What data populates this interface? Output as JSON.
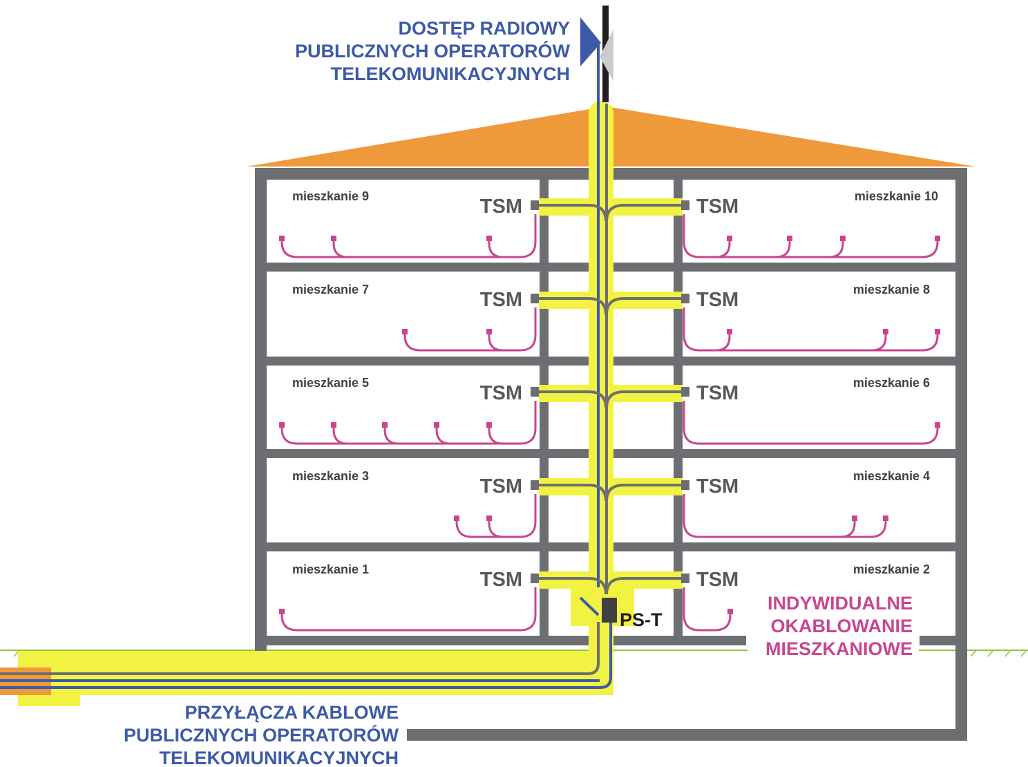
{
  "radio_access_label": [
    "DOSTĘP RADIOWY",
    "PUBLICZNYCH OPERATORÓW",
    "TELEKOMUNIKACYJNYCH"
  ],
  "cable_connections_label": [
    "PRZYŁĄCZA KABLOWE",
    "PUBLICZNYCH OPERATORÓW",
    "TELEKOMUNIKACYJNYCH"
  ],
  "individual_cabling_label": [
    "INDYWIDUALNE",
    "OKABLOWANIE",
    "MIESZKANIOWE"
  ],
  "tsm_label": "TSM",
  "pst_label": "PS-T",
  "apartments": [
    {
      "left": "mieszkanie 9",
      "right": "mieszkanie 10"
    },
    {
      "left": "mieszkanie 7",
      "right": "mieszkanie 8"
    },
    {
      "left": "mieszkanie 5",
      "right": "mieszkanie 6"
    },
    {
      "left": "mieszkanie 3",
      "right": "mieszkanie 4"
    },
    {
      "left": "mieszkanie 1",
      "right": "mieszkanie 2"
    }
  ],
  "colors": {
    "roof": "#EE9A3A",
    "wall": "#6D6E71",
    "riser": "#F2F243",
    "operator_blue": "#3D5AA8",
    "cabling_magenta": "#C8468F",
    "grass": "#8DC63F",
    "text_dark": "#3A3A3A"
  }
}
